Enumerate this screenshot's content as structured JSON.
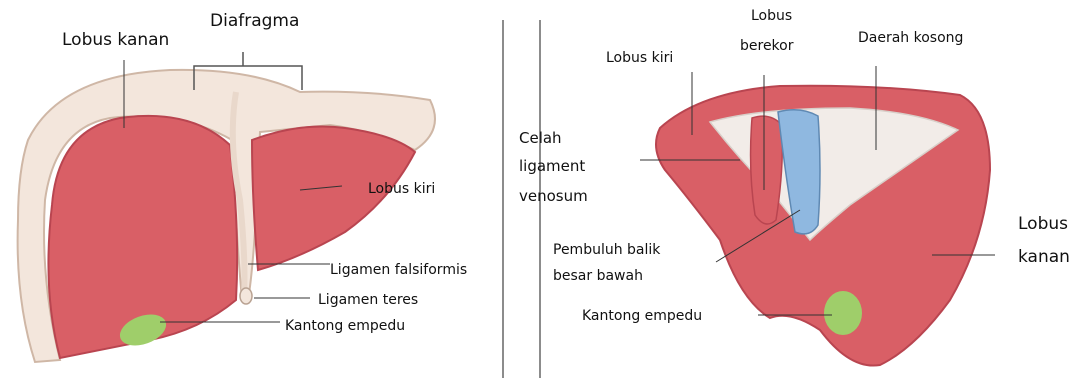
{
  "front_view": {
    "labels": {
      "lobus_kanan": "Lobus kanan",
      "diafragma": "Diafragma",
      "lobus_kiri": "Lobus kiri",
      "ligamen_falsiformis": "Ligamen falsiformis",
      "ligamen_teres": "Ligamen teres",
      "kantong_empedu": "Kantong empedu"
    }
  },
  "middle": {
    "celah_line1": "Celah",
    "celah_line2": "ligament",
    "celah_line3": "venosum"
  },
  "back_view": {
    "labels": {
      "lobus_kiri": "Lobus kiri",
      "lobus_berekor_line1": "Lobus",
      "lobus_berekor_line2": "berekor",
      "daerah_kosong": "Daerah kosong",
      "lobus_kanan_line1": "Lobus",
      "lobus_kanan_line2": "kanan",
      "pembuluh_line1": "Pembuluh balik",
      "pembuluh_line2": "besar bawah",
      "kantong_empedu": "Kantong empedu"
    }
  },
  "colors": {
    "liver": "#d95f66",
    "liver_edge": "#b94550",
    "liver_shade": "#c8505a",
    "diaphragm": "#f3e6dc",
    "diaphragm_edge": "#d9c2b3",
    "gallbladder": "#9fce6a",
    "vena_cava": "#8fb8e0",
    "bare_area": "#f2ece8"
  }
}
